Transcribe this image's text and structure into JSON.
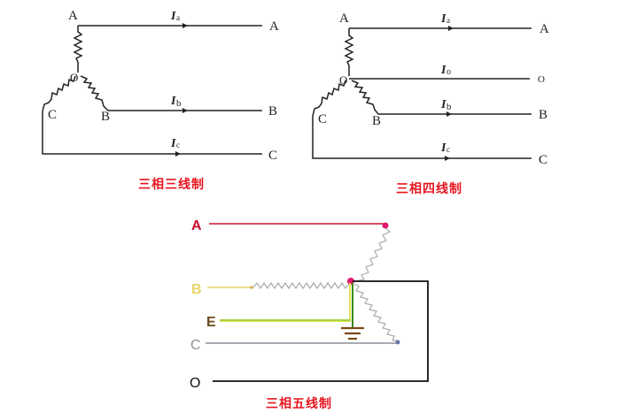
{
  "three_phase_three_wire": {
    "caption": "三相三线制",
    "terminals": {
      "top": "A",
      "neutral_point": "O",
      "left": "C",
      "right": "B"
    },
    "lines": [
      {
        "current": "I",
        "sub": "a",
        "end_label": "A"
      },
      {
        "current": "I",
        "sub": "b",
        "end_label": "B"
      },
      {
        "current": "I",
        "sub": "c",
        "end_label": "C"
      }
    ]
  },
  "three_phase_four_wire": {
    "caption": "三相四线制",
    "terminals": {
      "top": "A",
      "neutral_point": "O",
      "left": "C",
      "right": "B"
    },
    "lines": [
      {
        "current": "I",
        "sub": "a",
        "end_label": "A"
      },
      {
        "current": "I",
        "sub": "o",
        "end_label": "O"
      },
      {
        "current": "I",
        "sub": "b",
        "end_label": "B"
      },
      {
        "current": "I",
        "sub": "c",
        "end_label": "C"
      }
    ]
  },
  "three_phase_five_wire": {
    "caption": "三相五线制",
    "lines": [
      {
        "label": "A",
        "color": "#c8102e"
      },
      {
        "label": "B",
        "color": "#e8d46a"
      },
      {
        "label": "E",
        "color": "#6b4a1e",
        "wire_color": "#9acd32"
      },
      {
        "label": "C",
        "color": "#8a8f96"
      },
      {
        "label": "O",
        "color": "#111111"
      }
    ],
    "ground_color": "#7a4a12",
    "node_color": "#e0196e"
  }
}
